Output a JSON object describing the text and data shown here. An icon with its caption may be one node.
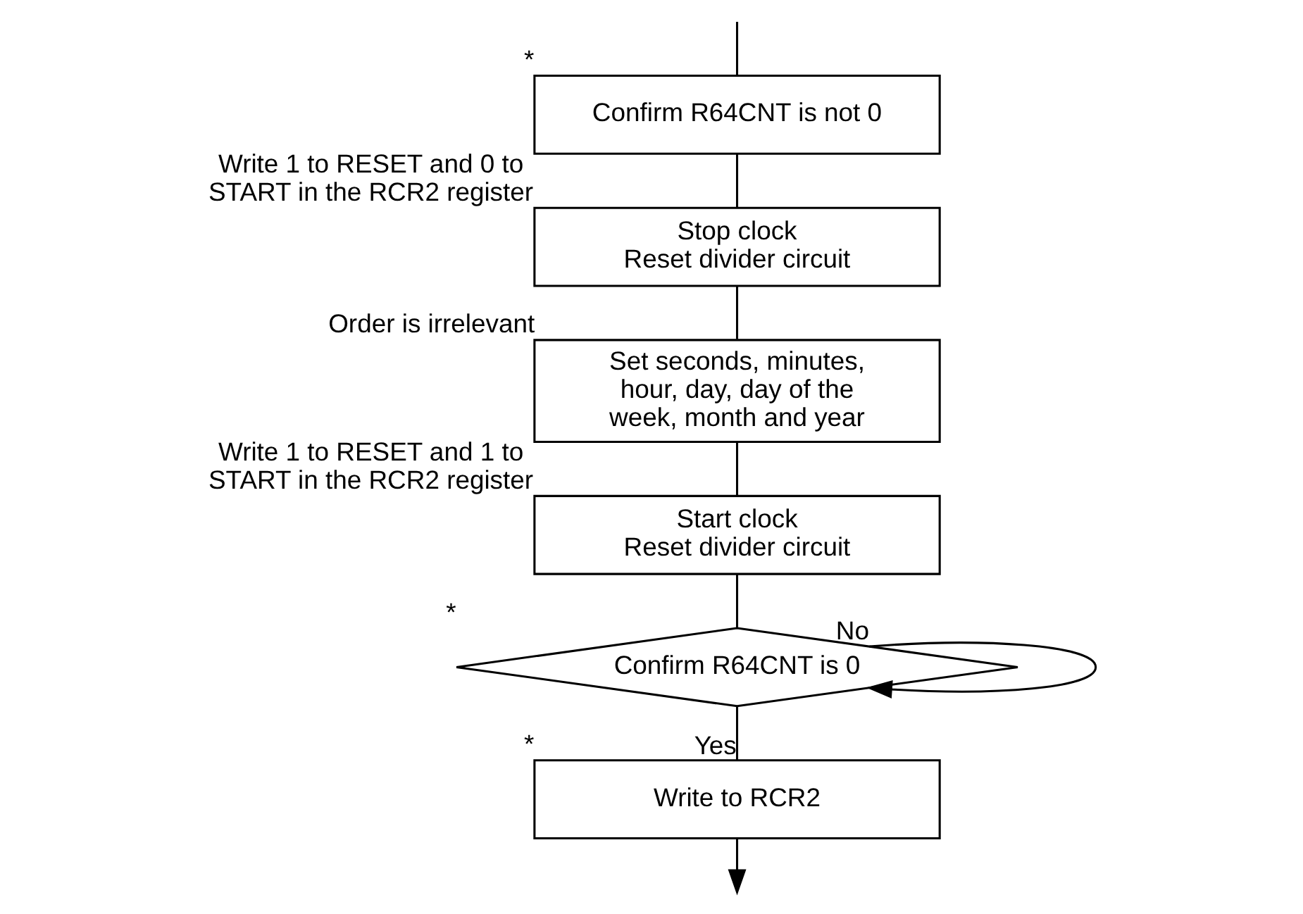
{
  "diagram": {
    "nodes": [
      {
        "text": [
          "Confirm R64CNT is not 0"
        ],
        "beside": [
          "*"
        ]
      },
      {
        "text": [
          "Stop clock Reset divider circuit"
        ],
        "beside": [
          "Write 1 to RESET and 0 to START in the RCR2 register"
        ]
      },
      {
        "text": [
          "Set seconds, minutes, hour, day, day of the week, month and year"
        ],
        "beside": [
          "Order is irrelevant"
        ]
      },
      {
        "text": [
          "Start clock Reset divider circuit"
        ],
        "beside": [
          "Write 1 to RESET and 1 to START in the RCR2 register"
        ]
      },
      {
        "text": [
          "Confirm R64CNT is 0"
        ],
        "beside": [
          "*"
        ]
      },
      {
        "text": [
          "Write to RCR2"
        ],
        "beside": [
          "*"
        ]
      }
    ],
    "edges": [
      {
        "from": null,
        "to": 0,
        "arrow": "none"
      },
      {
        "from": 0,
        "to": 1,
        "arrow": "none"
      },
      {
        "from": 1,
        "to": 2,
        "arrow": "none"
      },
      {
        "from": 2,
        "to": 3,
        "arrow": "none"
      },
      {
        "from": 3,
        "to": 4,
        "arrow": "none"
      },
      {
        "from": 4,
        "to": 4,
        "label": "No",
        "arrow": "to"
      },
      {
        "from": 4,
        "to": 5,
        "label": "Yes",
        "arrow": "none"
      },
      {
        "from": 5,
        "to": null,
        "arrow": "to"
      }
    ]
  }
}
